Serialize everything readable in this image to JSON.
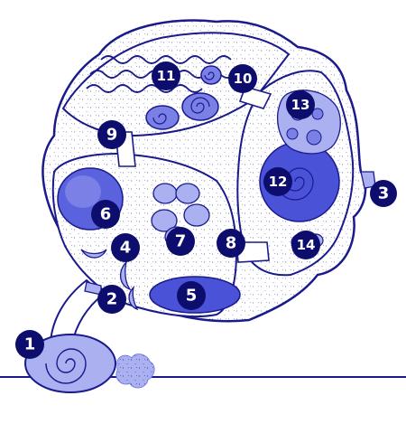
{
  "labels": {
    "l1": "1",
    "l2": "2",
    "l3": "3",
    "l4": "4",
    "l5": "5",
    "l6": "6",
    "l7": "7",
    "l8": "8",
    "l9": "9",
    "l10": "10",
    "l11": "11",
    "l12": "12",
    "l13": "13",
    "l14": "14"
  },
  "colors": {
    "outline": "#1a1a8c",
    "light_fill": "#aab0f0",
    "mid_fill": "#7a80e6",
    "dark_fill": "#4a52d8",
    "marker": "#0d0d6e",
    "dots": "#2a2a90"
  }
}
